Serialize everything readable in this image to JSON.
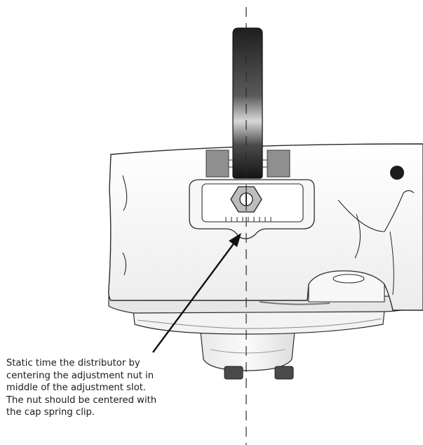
{
  "caption": {
    "lines": [
      "Static time the distributor by",
      "centering the adjustment nut in",
      "middle of the adjustment slot.",
      "The nut should be centered with",
      "the cap spring clip."
    ]
  },
  "colors": {
    "body_fill": "#f2f2f2",
    "outline": "#2a2a2a",
    "cap_spring_clip": "#2b2b2b",
    "clip_blocks": "#8f8f8f",
    "timing_hole": "#1c1c1c",
    "centerline": "#2a2a2a"
  },
  "icons": {
    "pointer": "arrow-icon",
    "nut": "hex-nut-icon"
  }
}
